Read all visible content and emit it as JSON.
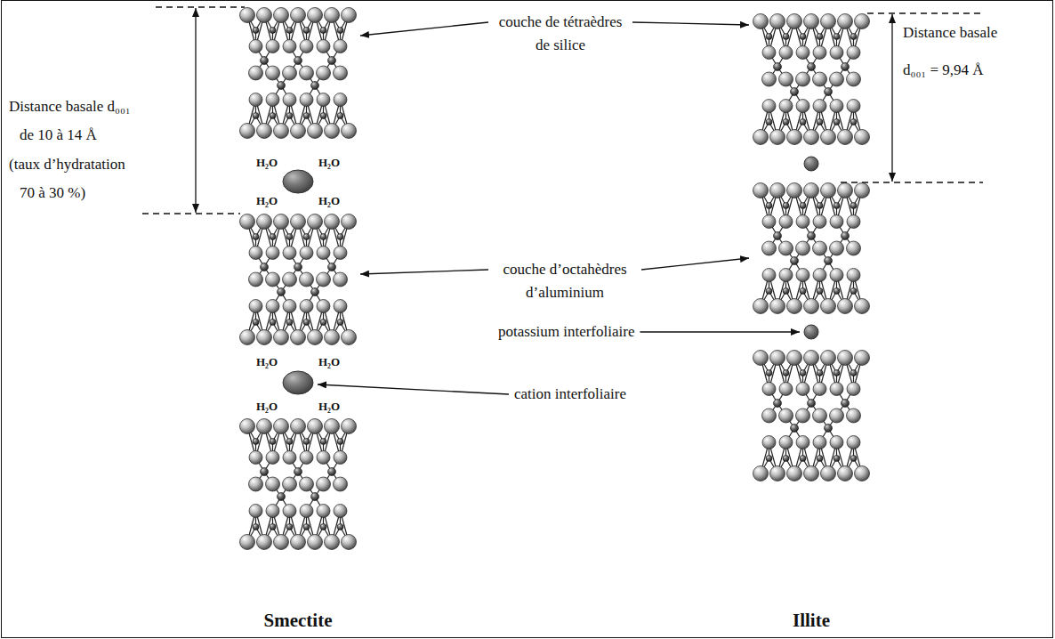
{
  "diagram": {
    "labels": [
      "Distance basale d₀₀₁ de 10 à 14 Å",
      "(taux d’hydratation 70 à 30 %)",
      "couche de tétraèdres de silice",
      "couche d’octahèdres d’aluminium",
      "potassium interfoliaire",
      "cation interfoliaire",
      "Distance basale d₀₀₁ = 9,94 Å",
      "H₂O",
      "H₂O",
      "H₂O",
      "H₂O",
      "H₂O",
      "H₂O",
      "H₂O",
      "H₂O",
      "Smectite",
      "Illite"
    ]
  }
}
